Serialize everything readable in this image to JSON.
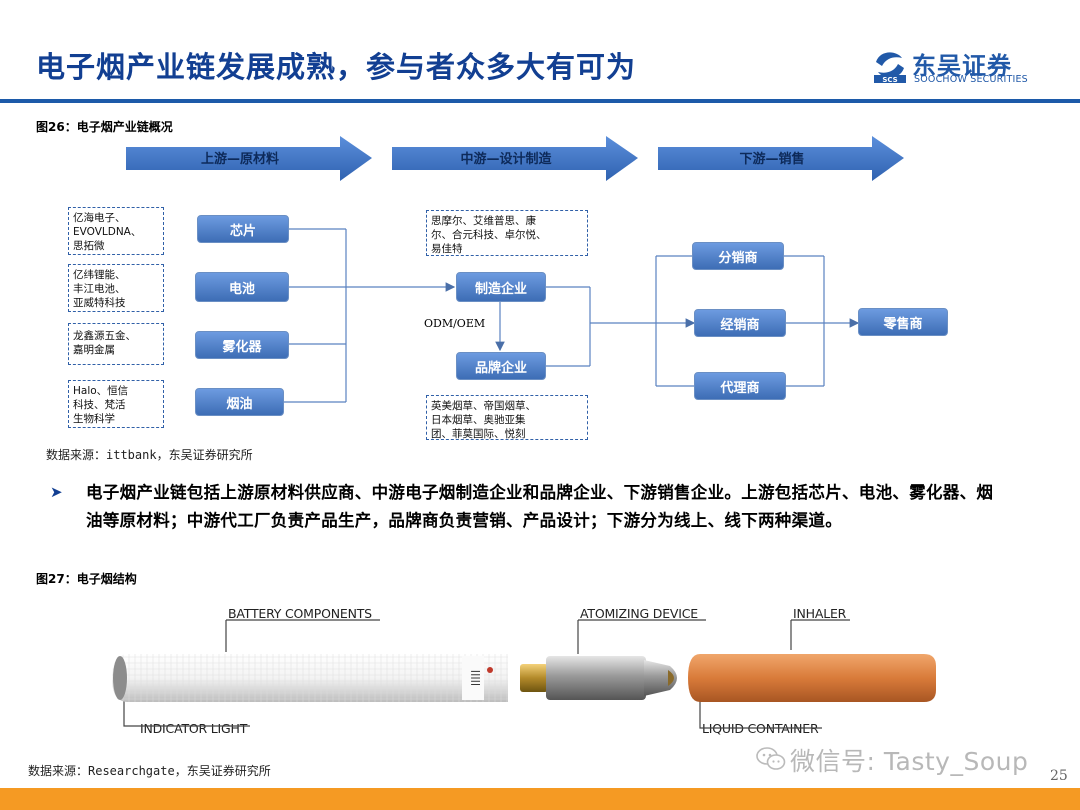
{
  "header": {
    "title": "电子烟产业链发展成熟，参与者众多大有可为",
    "logo_cn": "东吴证券",
    "logo_en": "SOOCHOW SECURITIES",
    "logo_mark": "SCS"
  },
  "figure26": {
    "caption": "图26：电子烟产业链概况",
    "stages": [
      "上游—原材料",
      "中游—设计制造",
      "下游—销售"
    ],
    "upstream_boxes": [
      "芯片",
      "电池",
      "雾化器",
      "烟油"
    ],
    "upstream_suppliers": [
      [
        "亿海电子、",
        "EVOVLDNA、",
        "思拓微"
      ],
      [
        "亿纬锂能、",
        "丰江电池、",
        "亚威特科技"
      ],
      [
        "龙鑫源五金、",
        "嘉明金属"
      ],
      [
        "Halo、恒信",
        "科技、梵活",
        "生物科学"
      ]
    ],
    "manufacturers_note": [
      "思摩尔、艾维普思、康",
      "尔、合元科技、卓尔悦、",
      "易佳特"
    ],
    "manufacturer": "制造企业",
    "odm_label": "ODM/OEM",
    "brand": "品牌企业",
    "brands_note": [
      "英美烟草、帝国烟草、",
      "日本烟草、奥驰亚集",
      "团、菲莫国际、悦刻"
    ],
    "distributors": [
      "分销商",
      "经销商",
      "代理商"
    ],
    "retailer": "零售商",
    "source": "数据来源：ittbank，东吴证券研究所"
  },
  "bullet": {
    "text": "电子烟产业链包括上游原材料供应商、中游电子烟制造企业和品牌企业、下游销售企业。上游包括芯片、电池、雾化器、烟油等原材料；中游代工厂负责产品生产，品牌商负责营销、产品设计；下游分为线上、线下两种渠道。"
  },
  "figure27": {
    "caption": "图27：电子烟结构",
    "labels": {
      "battery": "BATTERY COMPONENTS",
      "atomizer": "ATOMIZING DEVICE",
      "inhaler": "INHALER",
      "indicator": "INDICATOR LIGHT",
      "liquid": "LIQUID CONTAINER"
    },
    "source": "数据来源：Researchgate，东吴证券研究所"
  },
  "watermark": "微信号: Tasty_Soup",
  "page_number": "25",
  "colors": {
    "title": "#123f92",
    "rule": "#1c5aa9",
    "arrow": "#3e78c6",
    "box": "#4a7bc2",
    "bottom_bar": "#f59a23"
  }
}
